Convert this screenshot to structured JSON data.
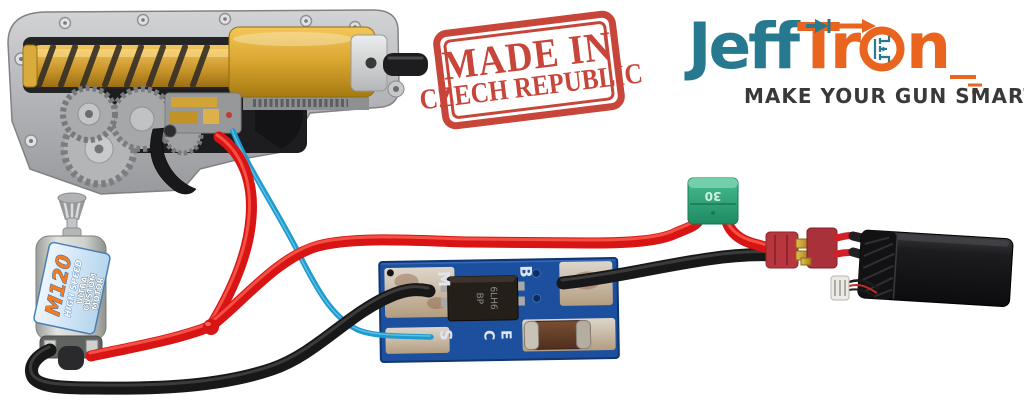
{
  "branding": {
    "logo_part_teal": "Jeff",
    "logo_part_orange_pre": "Tr",
    "logo_part_orange_post": "n",
    "tagline": "MAKE YOUR GUN SMART",
    "teal": "#27798f",
    "orange": "#e8641f",
    "tagline_color": "#39393b"
  },
  "stamp": {
    "line1": "MADE IN",
    "line2": "CZECH REPUBLIC",
    "color": "#c53a2e"
  },
  "motor": {
    "model": "M120",
    "speed_text": "HIGH SPEED",
    "brand_lines": [
      "ULTRA",
      "CUSTOM",
      "MOTOR"
    ]
  },
  "mosfet_board": {
    "pad_labels": {
      "motor": "M",
      "battery": "B",
      "signal": "S"
    },
    "certification": [
      "C",
      "E"
    ],
    "chip_marking": [
      "BP",
      "6LH6"
    ],
    "board_color": "#1d4f9f",
    "pad_color": "#c9b49a"
  },
  "fuse": {
    "rating": "30",
    "color": "#2ea379"
  },
  "wires": {
    "positive": "#d91414",
    "negative": "#181818",
    "signal": "#1e9bcf"
  },
  "battery": {
    "body_color": "#121214",
    "connector_color": "#b8373f"
  }
}
